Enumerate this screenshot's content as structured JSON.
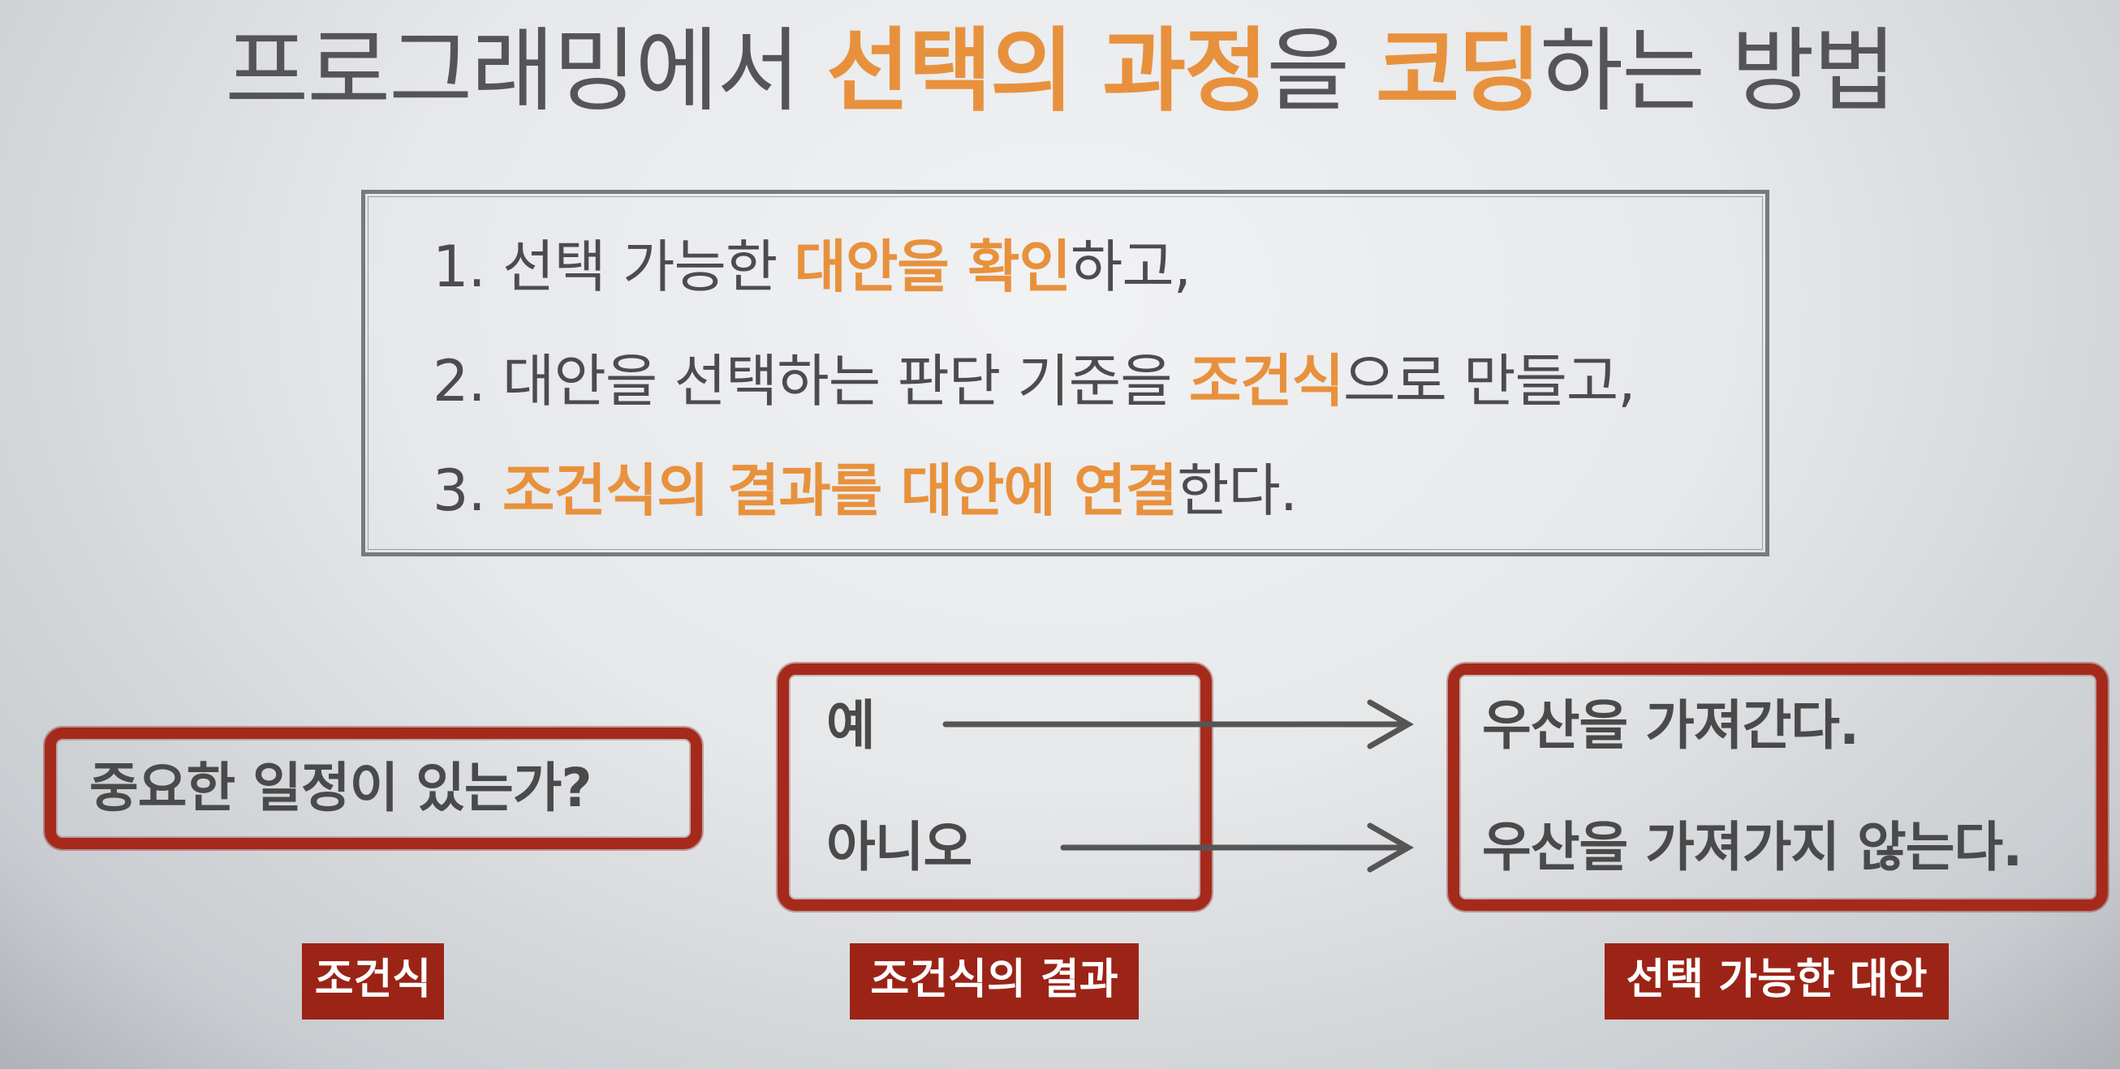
{
  "title": {
    "part1": "프로그래밍에서 ",
    "hl1": "선택의 과정",
    "part2": "을 ",
    "hl2": "코딩",
    "part3": "하는 방법"
  },
  "rules": [
    {
      "prefix": "1. 선택 가능한 ",
      "highlight": "대안을 확인",
      "suffix": "하고,"
    },
    {
      "prefix": "2. 대안을 선택하는 판단 기준을 ",
      "highlight": "조건식",
      "suffix": "으로 만들고,"
    },
    {
      "prefix": "3. ",
      "highlight": "조건식의 결과를 대안에 연결",
      "suffix": "한다."
    }
  ],
  "condition": {
    "text": "중요한 일정이 있는가?",
    "label": "조건식"
  },
  "results": {
    "yes": "예",
    "no": "아니오",
    "label": "조건식의 결과"
  },
  "alternatives": {
    "yes_action": "우산을 가져간다.",
    "no_action": "우산을 가져가지 않는다.",
    "label": "선택 가능한 대안"
  },
  "colors": {
    "highlight": "#e8913d",
    "box_border": "#a52a1c",
    "label_bg": "#9b2417",
    "arrow": "#555555"
  }
}
